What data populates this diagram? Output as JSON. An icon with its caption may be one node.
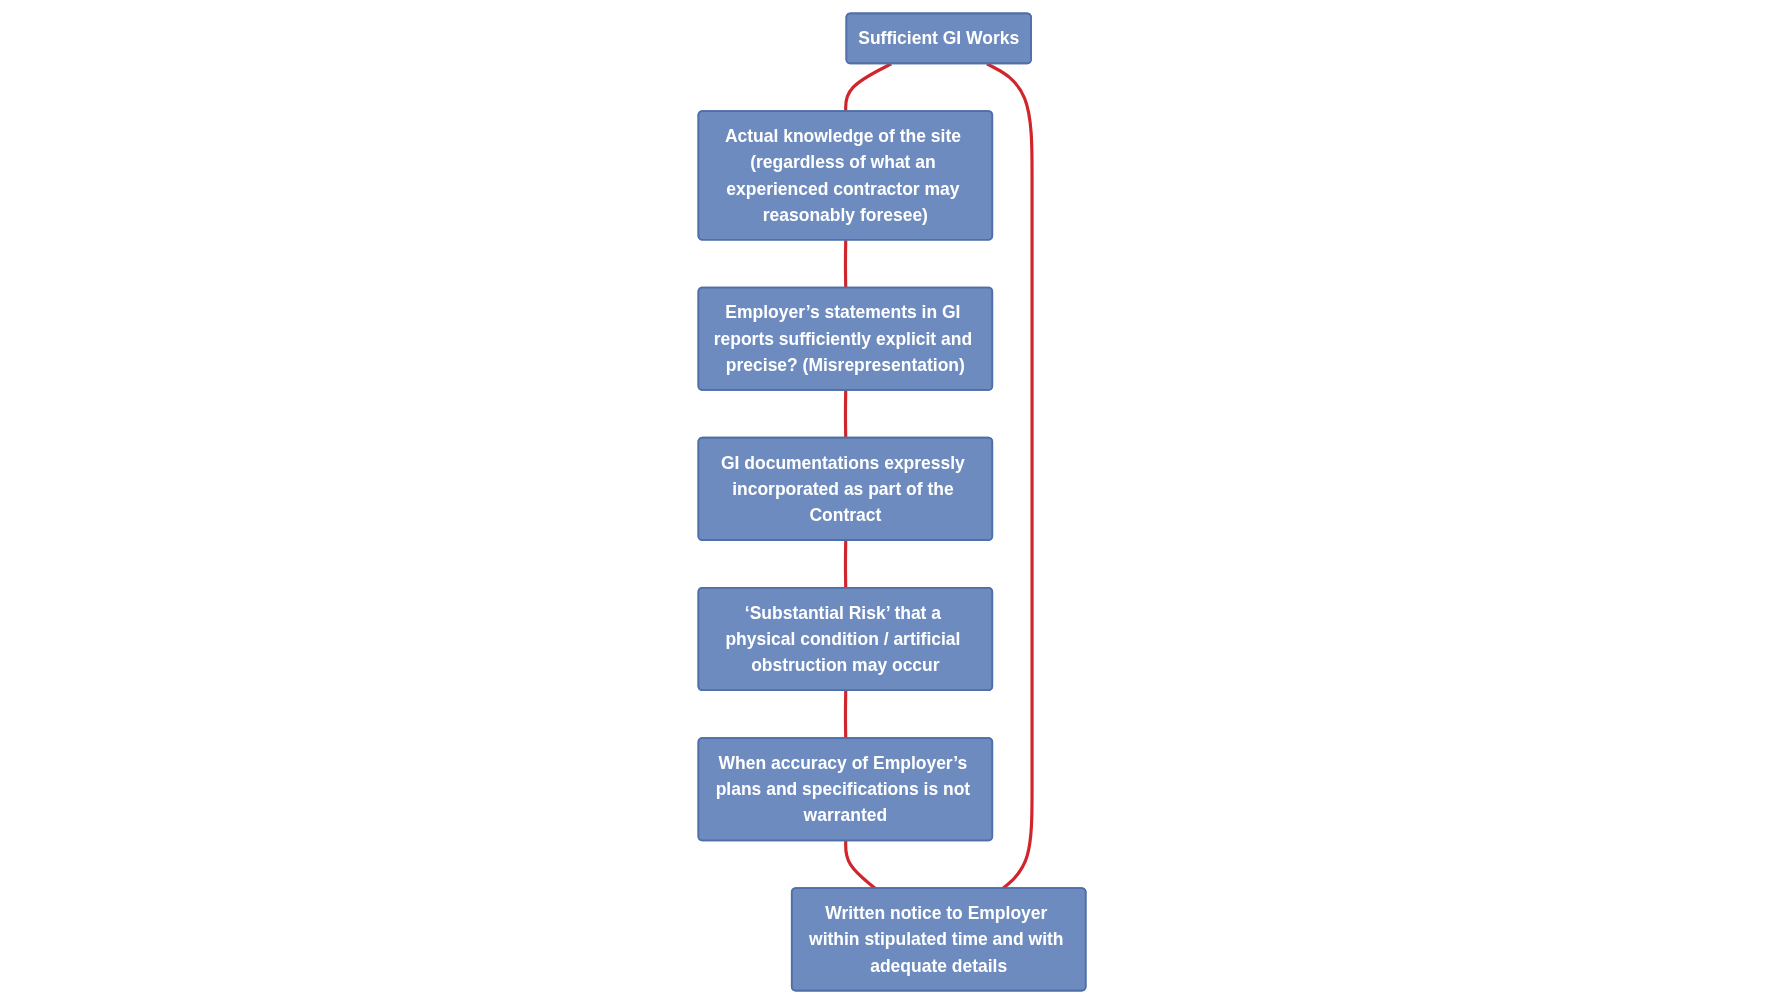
{
  "diagram": {
    "nodes": [
      {
        "text": [
          "Sufficient GI Works"
        ]
      },
      {
        "text": [
          "Written notice to Employer within stipulated time and with adequate details"
        ]
      },
      {
        "text": [
          "Actual knowledge of the site (regardless of what an experienced contractor may reasonably foresee)"
        ]
      },
      {
        "text": [
          "When accuracy of Employer’s plans and specifications is not warranted"
        ]
      },
      {
        "text": [
          "Employer’s statements in GI reports sufficiently explicit and precise? (Misrepresentation)"
        ]
      },
      {
        "text": [
          "‘Substantial Risk’ that a physical condition / artificial obstruction may occur"
        ]
      },
      {
        "text": [
          "GI documentations expressly incorporated as part of the Contract"
        ]
      }
    ],
    "edges": [
      {
        "from": 0,
        "to": 2,
        "arrow": "none"
      },
      {
        "from": 2,
        "to": 4,
        "arrow": "none"
      },
      {
        "from": 4,
        "to": 6,
        "arrow": "none"
      },
      {
        "from": 6,
        "to": 5,
        "arrow": "none"
      },
      {
        "from": 5,
        "to": 3,
        "arrow": "none"
      },
      {
        "from": 3,
        "to": 1,
        "arrow": "none"
      },
      {
        "from": 1,
        "to": 0,
        "arrow": "none"
      }
    ]
  }
}
